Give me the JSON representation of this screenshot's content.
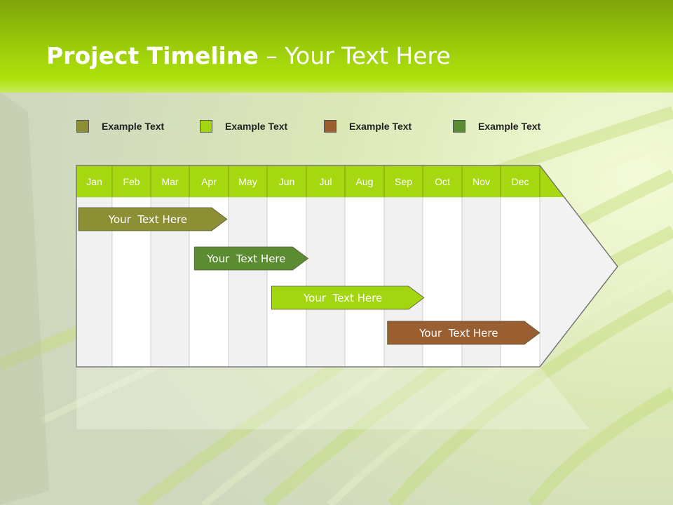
{
  "slide": {
    "title_bold": "Project Timeline",
    "title_rest": " – Your Text Here"
  },
  "legend": [
    {
      "label": "Example Text",
      "color": "#8c8f34"
    },
    {
      "label": "Example Text",
      "color": "#a2d611"
    },
    {
      "label": "Example Text",
      "color": "#9a5f30"
    },
    {
      "label": "Example Text",
      "color": "#5c8c32"
    }
  ],
  "timeline": {
    "months": [
      "Jan",
      "Feb",
      "Mar",
      "Apr",
      "May",
      "Jun",
      "Jul",
      "Aug",
      "Sep",
      "Oct",
      "Nov",
      "Dec"
    ],
    "header_color": "#a6d811",
    "tasks": [
      {
        "label": "Your  Text Here",
        "start": 0,
        "end": 3.9,
        "color": "#8c8f34"
      },
      {
        "label": "Your  Text Here",
        "start": 3,
        "end": 6,
        "color": "#5c8c32"
      },
      {
        "label": "Your  Text Here",
        "start": 5,
        "end": 9,
        "color": "#a2d611"
      },
      {
        "label": "Your  Text Here",
        "start": 8,
        "end": 12,
        "color": "#9a5f30"
      }
    ]
  }
}
